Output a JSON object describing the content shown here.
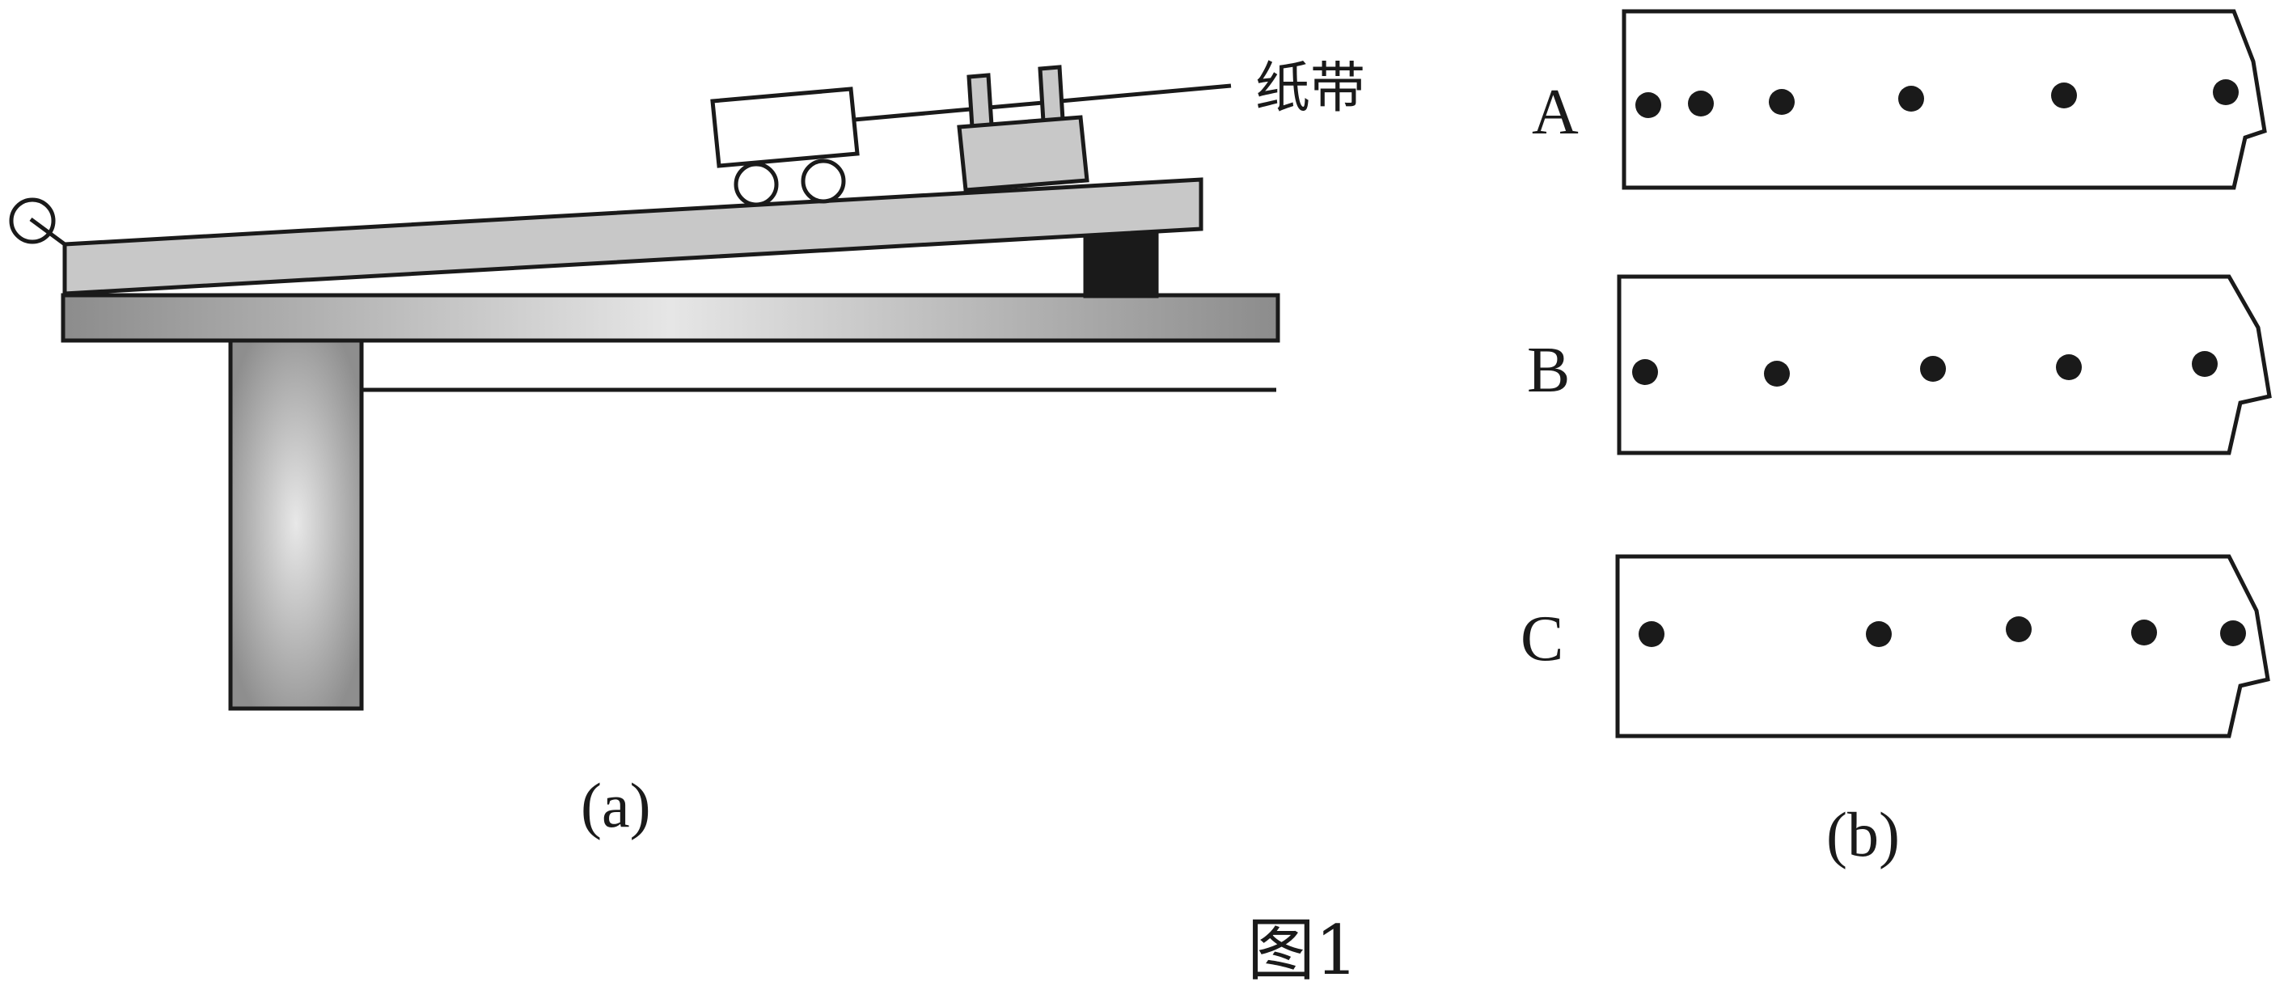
{
  "labels": {
    "paper_tape": "纸带",
    "sub_a": "(a)",
    "sub_b": "(b)",
    "figure": "图1"
  },
  "tapes": [
    {
      "letter": "A",
      "dots": 6
    },
    {
      "letter": "B",
      "dots": 5
    },
    {
      "letter": "C",
      "dots": 5
    }
  ],
  "colors": {
    "ink": "#1a1a1a",
    "board": "#c8c8c8",
    "table_dark": "#8c8c8c",
    "table_light": "#e6e6e6",
    "block": "#1a1a1a",
    "cart": "#ffffff",
    "timer": "#c8c8c8"
  }
}
